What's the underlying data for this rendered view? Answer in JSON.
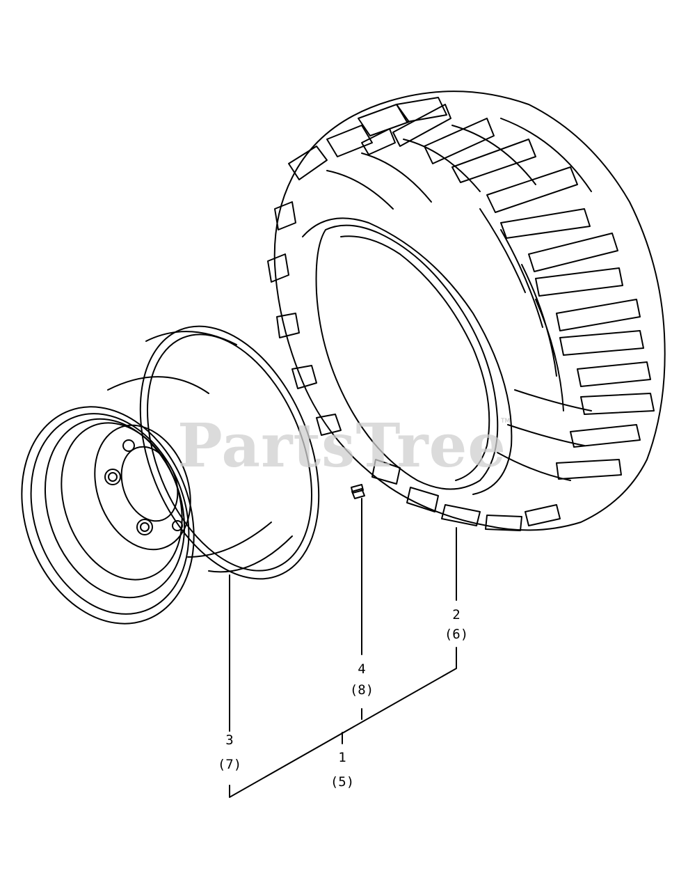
{
  "watermark": {
    "text": "PartsTree",
    "tm": "TM"
  },
  "callouts": [
    {
      "id": "1",
      "number": "1",
      "qty": "(5)"
    },
    {
      "id": "2",
      "number": "2",
      "qty": "(6)"
    },
    {
      "id": "3",
      "number": "3",
      "qty": "(7)"
    },
    {
      "id": "4",
      "number": "4",
      "qty": "(8)"
    }
  ],
  "parts": {
    "tire": "tire",
    "rim": "wheel rim",
    "valve": "valve stem"
  }
}
